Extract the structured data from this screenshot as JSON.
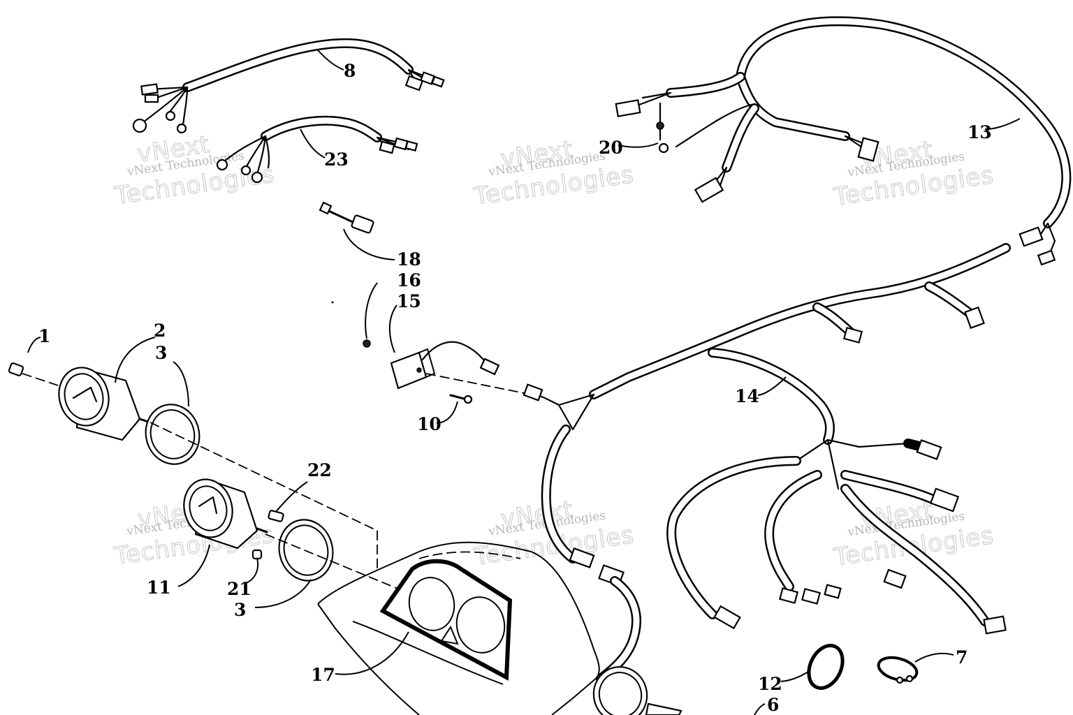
{
  "labels": {
    "p1": "1",
    "p2": "2",
    "p3a": "3",
    "p3b": "3",
    "p6": "6",
    "p7": "7",
    "p8": "8",
    "p10": "10",
    "p11": "11",
    "p12": "12",
    "p13": "13",
    "p14": "14",
    "p15": "15",
    "p16": "16",
    "p17": "17",
    "p18": "18",
    "p20": "20",
    "p21": "21",
    "p22": "22",
    "p23": "23"
  },
  "watermark": {
    "line1": "vNext Technologies",
    "big1": "vNext",
    "big2": "Technologies"
  }
}
